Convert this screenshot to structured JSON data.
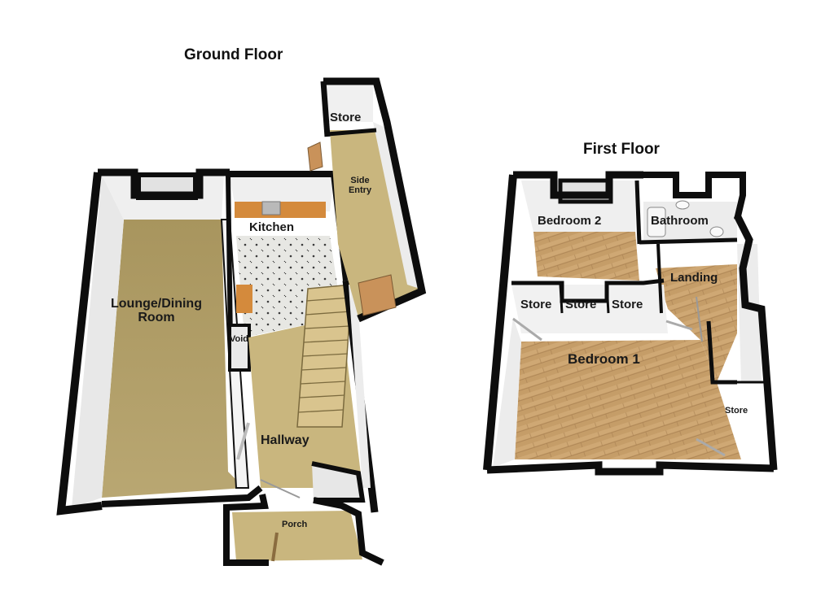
{
  "ground_floor": {
    "title": "Ground Floor",
    "rooms": {
      "lounge_line1": "Lounge/Dining",
      "lounge_line2": "Room",
      "kitchen": "Kitchen",
      "store": "Store",
      "side_entry_line1": "Side",
      "side_entry_line2": "Entry",
      "void": "Void",
      "hallway": "Hallway",
      "porch": "Porch"
    }
  },
  "first_floor": {
    "title": "First Floor",
    "rooms": {
      "bedroom2": "Bedroom 2",
      "bathroom": "Bathroom",
      "landing": "Landing",
      "store_a": "Store",
      "store_b": "Store",
      "store_c": "Store",
      "bedroom1": "Bedroom 1",
      "store_small": "Store"
    }
  },
  "colors": {
    "wall": "#0d0d0d",
    "carpet": "#b3a06a",
    "wood": "#c29a66",
    "tile": "#e6e6e2",
    "stairs": "#d9c48e",
    "worktop": "#d48a3c",
    "inner_wall": "#f2f2f2"
  }
}
